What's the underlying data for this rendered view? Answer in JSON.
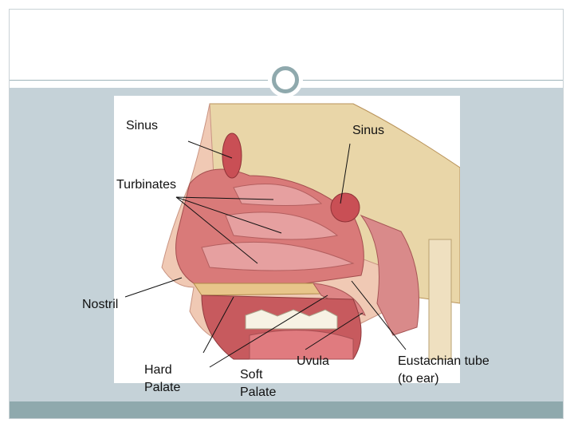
{
  "labels": {
    "sinus_left": "Sinus",
    "sinus_right": "Sinus",
    "turbinates": "Turbinates",
    "nostril": "Nostril",
    "hard_palate": "Hard\nPalate",
    "soft_palate": "Soft\nPalate",
    "uvula": "Uvula",
    "eustachian_tube": "Eustachian tube\n(to ear)"
  },
  "colors": {
    "content_band": "#c5d2d8",
    "footer_band": "#8fa9ad",
    "accent_ring": "#8fa9ad"
  }
}
